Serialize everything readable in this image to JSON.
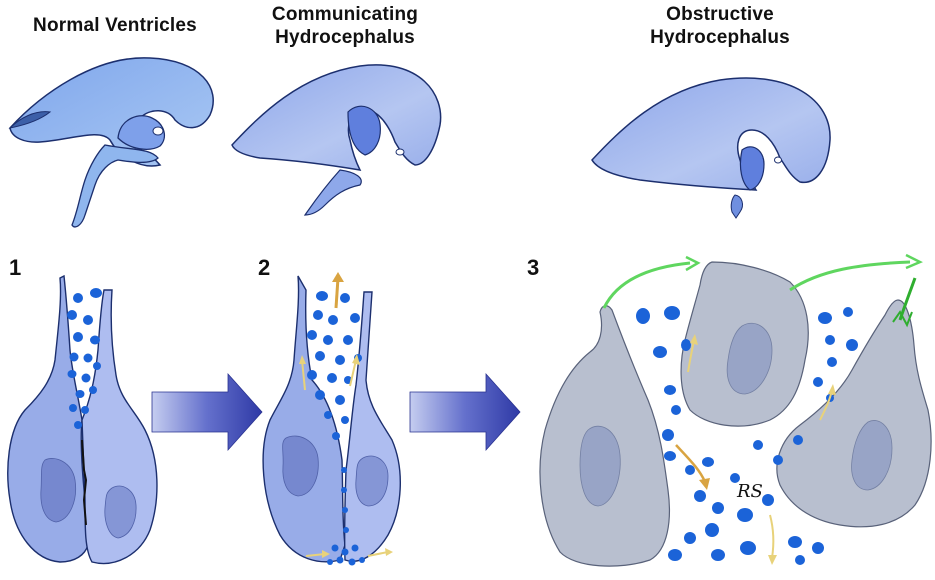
{
  "titles": {
    "normal": "Normal Ventricles",
    "communicating_l1": "Communicating",
    "communicating_l2": "Hydrocephalus",
    "obstructive_l1": "Obstructive",
    "obstructive_l2": "Hydrocephalus"
  },
  "panels": {
    "p1": "1",
    "p2": "2",
    "p3": "3"
  },
  "annotation": "RS",
  "colors": {
    "ventricle_fill": "#8fb6ee",
    "ventricle_fill_dark": "#6f8fe0",
    "ventricle_stroke": "#1c2f6e",
    "cell_light": "#a9b8ee",
    "cell_mid": "#8ea3e6",
    "nucleus": "#7688cf",
    "dot": "#1b63d8",
    "gray_cell": "#b8bfcf",
    "gray_nucleus": "#98a4c6",
    "arrow_blue": "#3843b0",
    "arrow_orange": "#d9a441",
    "cilia_green": "#5fd65f"
  }
}
